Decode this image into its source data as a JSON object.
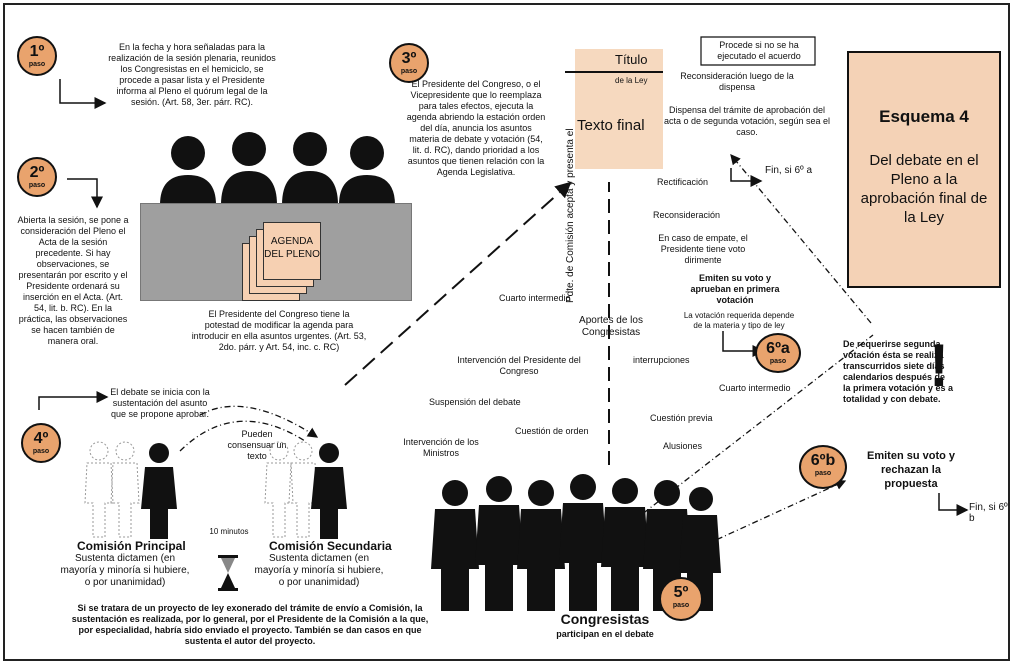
{
  "title_box": {
    "title": "Esquema 4",
    "subtitle": "Del debate en el Pleno a la aprobación final de la Ley"
  },
  "steps": {
    "s1": {
      "num": "1º",
      "paso": "paso"
    },
    "s2": {
      "num": "2º",
      "paso": "paso"
    },
    "s3": {
      "num": "3º",
      "paso": "paso"
    },
    "s4": {
      "num": "4º",
      "paso": "paso"
    },
    "s5": {
      "num": "5º",
      "paso": "paso"
    },
    "s6a": {
      "num": "6ºa",
      "paso": "paso"
    },
    "s6b": {
      "num": "6ºb",
      "paso": "paso"
    }
  },
  "texts": {
    "step1": "En la fecha y hora señaladas para la realización de la sesión plenaria, reunidos los Congresistas en el hemiciclo, se procede a pasar lista y el Presidente informa al Pleno el quórum legal de la sesión. (Art. 58, 3er. párr. RC).",
    "step2": "Abierta la sesión, se pone a consideración del Pleno el Acta de la sesión precedente. Si hay observaciones, se presentarán por escrito y el Presidente ordenará su inserción en el Acta. (Art. 54, lit. b. RC). En la práctica, las observaciones se hacen también de manera oral.",
    "step3": "El Presidente del Congreso, o el Vicepresidente que lo reemplaza para tales efectos, ejecuta la agenda abriendo la estación orden del día, anuncia los asuntos materia de debate y votación (54, lit. d. RC), dando prioridad a los asuntos que tienen relación con la Agenda Legislativa.",
    "agenda_label": "AGENDA DEL PLENO",
    "agenda_note": "El Presidente del Congreso tiene la potestad de modificar la agenda para introducir en ella asuntos urgentes. (Art. 53, 2do. párr. y Art. 54, inc. c. RC)",
    "step4": "El debate se inicia con la sustentación del asunto que se propone aprobar.",
    "consensuar": "Pueden consensuar un texto",
    "com_principal": "Comisión Principal",
    "com_principal_desc": "Sustenta dictamen (en mayoría y minoría si hubiere, o por unanimidad)",
    "com_secundaria": "Comisión Secundaria",
    "com_secundaria_desc": "Sustenta dictamen (en mayoría y minoría si hubiere, o por unanimidad)",
    "minutos": "10 minutos",
    "exonerado": "Si se tratara de un proyecto de ley exonerado del trámite de envío a Comisión, la sustentación es realizada, por lo general, por el Presidente de la Comisión a la que, por especialidad, habría sido enviado el proyecto. También se dan casos en que sustenta el autor del proyecto.",
    "congresistas": "Congresistas",
    "participan": "participan en el debate",
    "titulo": "Título",
    "de_la_ley": "de la Ley",
    "texto_final": "Texto final",
    "pdte": "Pdte. de Comisión acepta y presenta el",
    "aportes": "Aportes de los Congresistas",
    "procede": "Procede si no se ha ejecutado el acuerdo",
    "reconsid_luego": "Reconsideración luego de la dispensa",
    "dispensa": "Dispensa del trámite de aprobación del acta o de segunda votación, según sea el caso.",
    "fin6a": "Fin, si 6º a",
    "rectificacion": "Rectificación",
    "reconsideracion": "Reconsideración",
    "empate": "En caso de empate, el Presidente tiene voto dirimente",
    "emiten_aprueban": "Emiten su voto y aprueban en primera votación",
    "votacion_req": "La votación requerida depende de la materia y tipo de ley",
    "segunda_votacion": "De requerirse segunda votación ésta se realiza transcurridos siete días calendarios después de la primera votación y es a totalidad y con debate.",
    "emiten_rechazan": "Emiten su voto y rechazan la propuesta",
    "fin6b": "Fin, si 6º b",
    "cuarto_int1": "Cuarto intermedio",
    "interv_presidente": "Intervención del Presidente del Congreso",
    "suspension": "Suspensión del debate",
    "cuestion_orden": "Cuestión de orden",
    "interv_ministros": "Intervención de los Ministros",
    "interrupciones": "interrupciones",
    "cuarto_int2": "Cuarto intermedio",
    "cuestion_previa": "Cuestión previa",
    "alusiones": "Alusiones",
    "exclamacion": "!"
  }
}
